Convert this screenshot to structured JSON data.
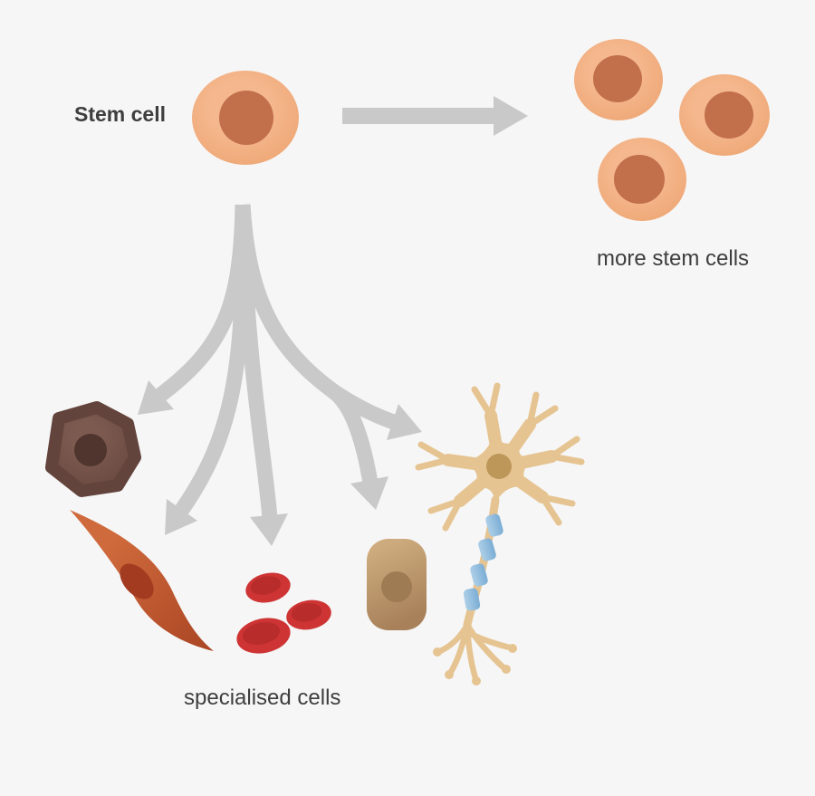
{
  "labels": {
    "stem_cell": "Stem cell",
    "more_stem_cells": "more stem cells",
    "specialised_cells": "specialised cells"
  },
  "colors": {
    "background": "#f6f6f6",
    "text": "#3e3e3e",
    "arrow": "#c9c9c9",
    "stem_body_light": "#f5b88e",
    "stem_body_dark": "#eca26e",
    "stem_nucleus": "#c26f4b",
    "brown_body_light": "#7d5a50",
    "brown_body_dark": "#63443c",
    "brown_nucleus": "#4f352d",
    "muscle_body_light": "#cf6a3c",
    "muscle_body_dark": "#aa4524",
    "muscle_nucleus": "#a23b20",
    "rbc_body": "#ce3434",
    "rbc_inner": "#b92c2c",
    "epithelial_light": "#cdab7e",
    "epithelial_dark": "#a8815a",
    "epithelial_nucleus": "#9f7b53",
    "neuron_body": "#e6c492",
    "neuron_nucleus": "#bd9659",
    "myelin_light": "#a9cce6",
    "myelin_dark": "#7fb0d6"
  },
  "diagram": {
    "cell_icons": [
      "stem-cell-icon",
      "more-stem-cells-icon",
      "round-brown-cell-icon",
      "muscle-cell-icon",
      "red-blood-cells-icon",
      "epithelial-cell-icon",
      "nerve-cell-icon"
    ],
    "arrow_icons": [
      "self-renewal-arrow-icon",
      "differentiation-branch-arrows-icon"
    ]
  }
}
